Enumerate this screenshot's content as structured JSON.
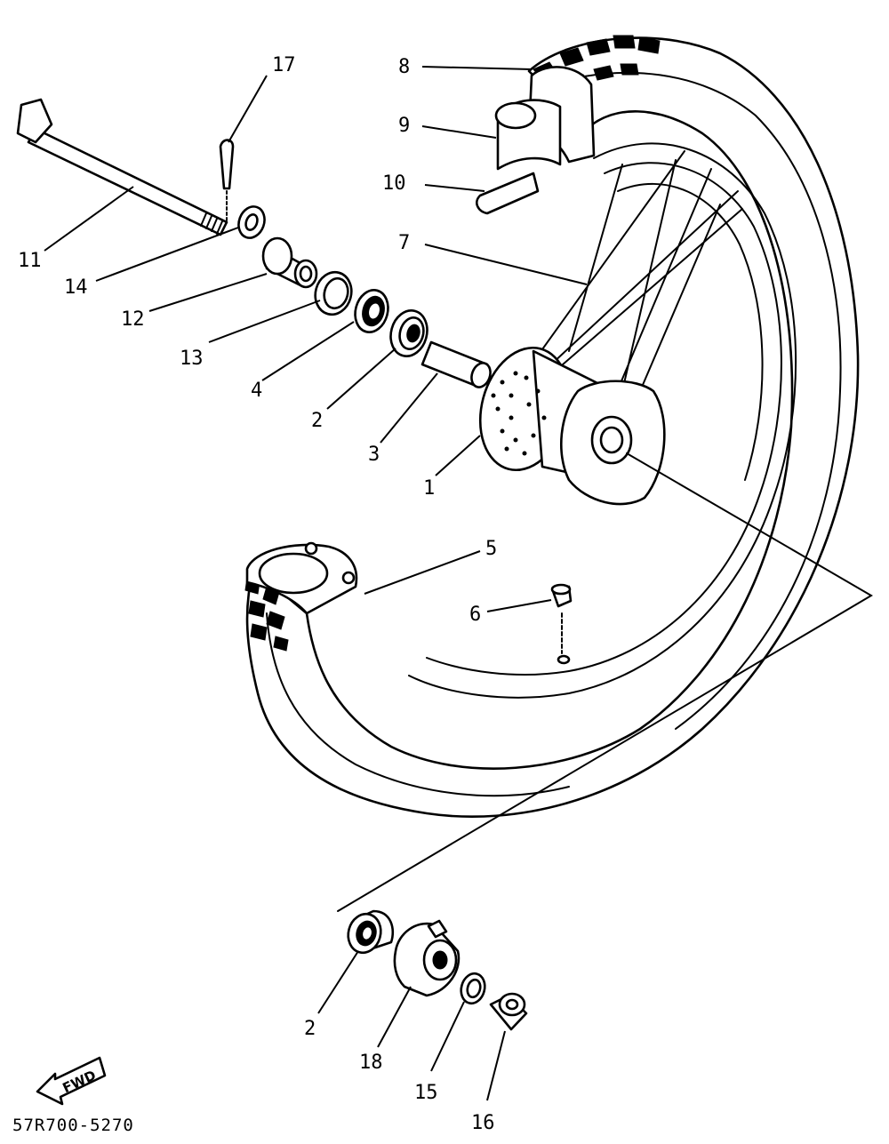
{
  "callouts": {
    "c1": "1",
    "c2a": "2",
    "c2b": "2",
    "c3": "3",
    "c4": "4",
    "c5": "5",
    "c6": "6",
    "c7": "7",
    "c8": "8",
    "c9": "9",
    "c10": "10",
    "c11": "11",
    "c12": "12",
    "c13": "13",
    "c14": "14",
    "c15": "15",
    "c16": "16",
    "c17": "17",
    "c18": "18"
  },
  "direction_label": "FWD",
  "drawing_code": "57R700-5270"
}
